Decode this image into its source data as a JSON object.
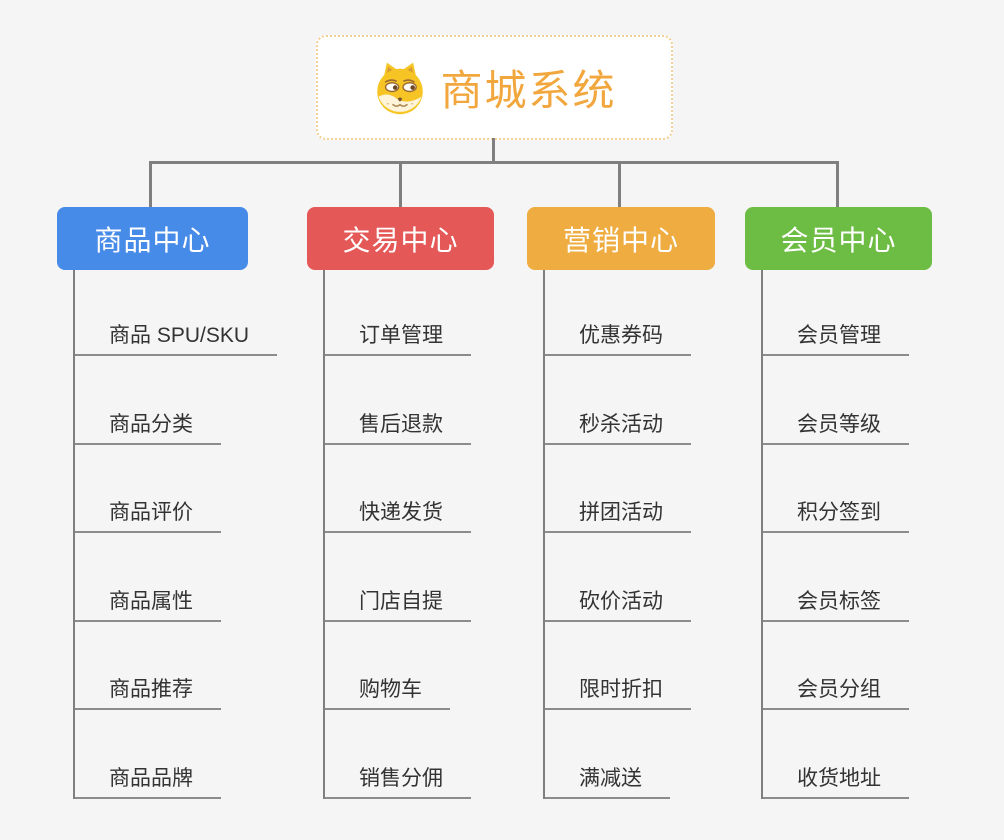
{
  "root": {
    "title": "商城系统",
    "icon": "dog-icon"
  },
  "branches": [
    {
      "label": "商品中心",
      "color": "#478be8",
      "children": [
        "商品 SPU/SKU",
        "商品分类",
        "商品评价",
        "商品属性",
        "商品推荐",
        "商品品牌"
      ]
    },
    {
      "label": "交易中心",
      "color": "#e45857",
      "children": [
        "订单管理",
        "售后退款",
        "快递发货",
        "门店自提",
        "购物车",
        "销售分佣"
      ]
    },
    {
      "label": "营销中心",
      "color": "#eeac41",
      "children": [
        "优惠券码",
        "秒杀活动",
        "拼团活动",
        "砍价活动",
        "限时折扣",
        "满减送"
      ]
    },
    {
      "label": "会员中心",
      "color": "#6dbd45",
      "children": [
        "会员管理",
        "会员等级",
        "积分签到",
        "会员标签",
        "会员分组",
        "收货地址"
      ]
    }
  ],
  "colors": {
    "background": "#f5f5f5",
    "connector": "#7f7f7f",
    "underline": "#8c8c8c",
    "root_text": "#f1a73d",
    "root_border": "#f3d095",
    "child_text": "#333333"
  }
}
